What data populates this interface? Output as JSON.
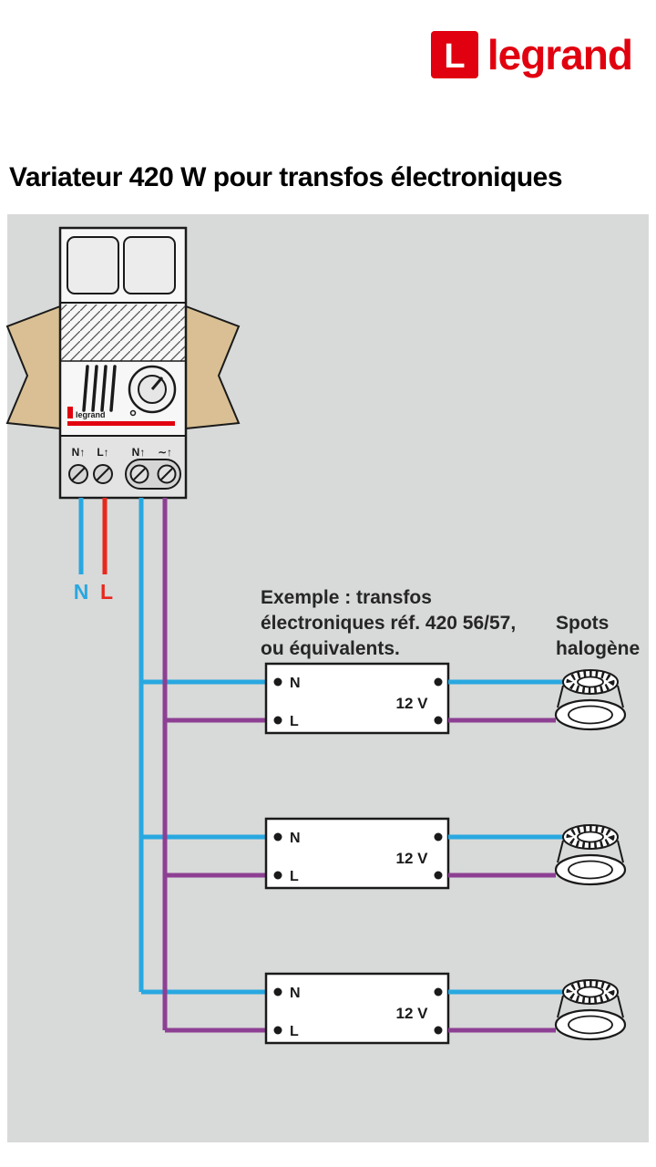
{
  "brand": {
    "logo_word": "legrand",
    "logo_letter": "L"
  },
  "title": "Variateur 420 W pour transfos électroniques",
  "device": {
    "mini_logo": "legrand",
    "terminal_labels": [
      "N↑",
      "L↑",
      "N↑",
      "∼↑"
    ]
  },
  "supply": {
    "neutral": "N",
    "line": "L"
  },
  "note": {
    "line1": "Exemple : transfos",
    "line2": "électroniques réf. 420 56/57,",
    "line3": "ou équivalents."
  },
  "spots_label": {
    "line1": "Spots",
    "line2": "halogène"
  },
  "transformers": [
    {
      "n": "N",
      "l": "L",
      "voltage": "12 V"
    },
    {
      "n": "N",
      "l": "L",
      "voltage": "12 V"
    },
    {
      "n": "N",
      "l": "L",
      "voltage": "12 V"
    }
  ],
  "colors": {
    "wire_neutral_blue": "#29a8e0",
    "wire_line_red": "#e8271c",
    "wire_dimmed_purple": "#8d4093",
    "brand_red": "#e1000f",
    "panel_gray": "#d8d9d9",
    "wall_plate_tan": "#d9bf93"
  }
}
